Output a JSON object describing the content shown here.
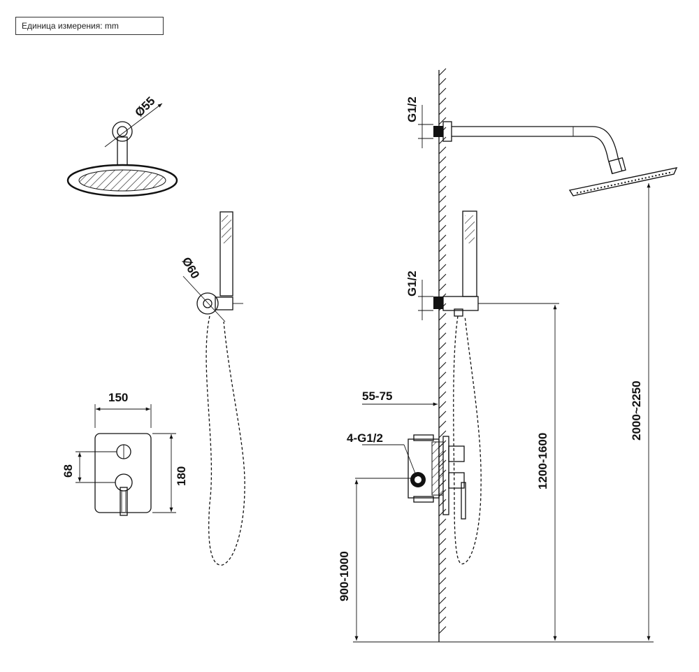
{
  "units_label": "Единица измерения: mm",
  "labels": {
    "head_diameter": "Ø55",
    "hand_diameter": "Ø60",
    "plate_width": "150",
    "plate_height": "180",
    "handle_spacing": "68",
    "top_thread": "G1/2",
    "mid_thread": "G1/2",
    "wall_depth": "55-75",
    "valve_threads": "4-G1/2",
    "valve_height": "900-1000",
    "holder_height": "1200-1600",
    "head_height": "2000~2250"
  }
}
